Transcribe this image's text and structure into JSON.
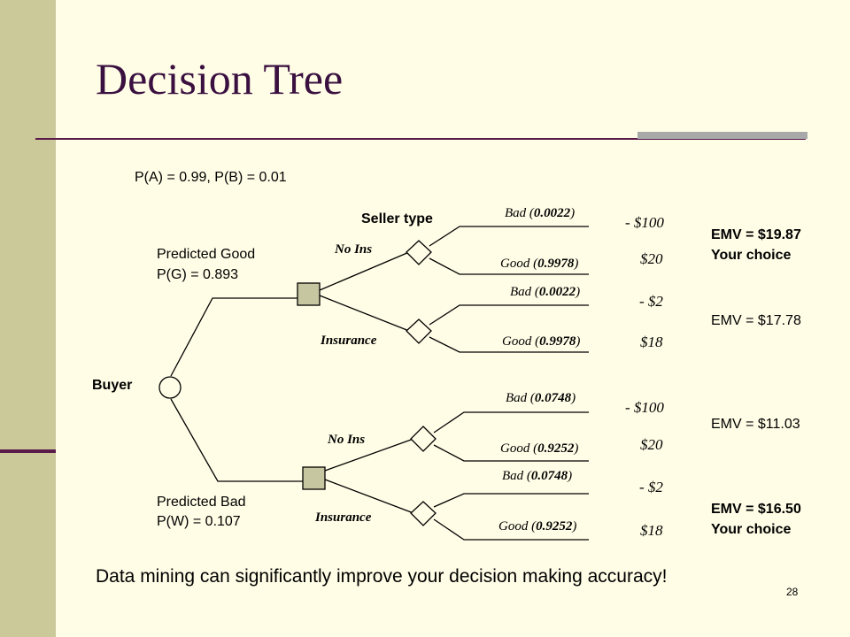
{
  "title": "Decision Tree",
  "prior": "P(A) = 0.99, P(B) = 0.01",
  "seller_type": "Seller type",
  "buyer": "Buyer",
  "predicted_good": {
    "label": "Predicted Good",
    "prob": "P(G) = 0.893"
  },
  "predicted_bad": {
    "label": "Predicted Bad",
    "prob": "P(W) = 0.107"
  },
  "options": {
    "no_ins": "No Ins",
    "insurance": "Insurance"
  },
  "outcomes": {
    "bad_word": "Bad",
    "good_word": "Good",
    "pg_bad_p": "0.0022",
    "pg_good_p": "0.9978",
    "pb_bad_p": "0.0748",
    "pb_good_p": "0.9252"
  },
  "payoffs": {
    "noins_bad": "- $100",
    "noins_good": "$20",
    "ins_bad": "- $2",
    "ins_good": "$18"
  },
  "emv": {
    "pg_noins": "EMV = $19.87",
    "pg_ins": "EMV = $17.78",
    "pb_noins": "EMV = $11.03",
    "pb_ins": "EMV = $16.50",
    "choice": "Your choice"
  },
  "footer": "Data mining can significantly improve your decision making accuracy!",
  "page_number": "28",
  "colors": {
    "sidebar": "#cbc89a",
    "title": "#3a1040",
    "rule": "#5a1a4a",
    "node_fill": "#c6c6a0",
    "background": "#fffde6"
  }
}
